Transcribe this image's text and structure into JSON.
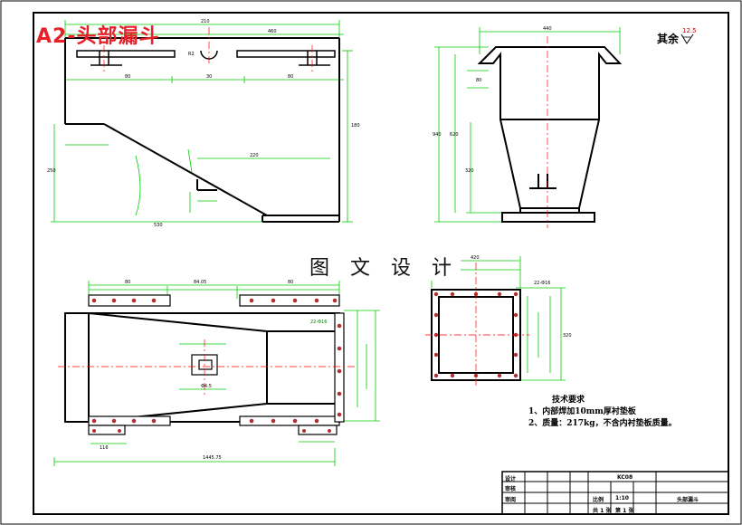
{
  "title": "A2-头部漏斗",
  "watermark": "图 文 设 计",
  "surface_note": {
    "text": "其余",
    "roughness": "12.5"
  },
  "tech_requirements": {
    "title": "技术要求",
    "items": [
      "1、内部焊加10mm厚衬垫板",
      "2、质量：217kg，不含内衬垫板质量。"
    ]
  },
  "dimensions": {
    "front": [
      "210",
      "460",
      "80",
      "30",
      "80",
      "180",
      "250",
      "530",
      "220",
      "R2"
    ],
    "side": [
      "440",
      "940",
      "620",
      "320",
      "80"
    ],
    "plan": [
      "80",
      "84.05",
      "80",
      "22-Φ16",
      "116",
      "1445.75",
      "Φ4.5"
    ],
    "end": [
      "420",
      "22-Φ16",
      "320"
    ]
  },
  "title_block": {
    "labels": [
      "设计",
      "审核",
      "审阅",
      "比例",
      "1:10",
      "共 1 张",
      "第 1 张"
    ],
    "name": "头部漏斗",
    "code": "KC08"
  },
  "colors": {
    "outline": "#000000",
    "dimension": "#00cc00",
    "centerline": "#ff0000",
    "hole": "#b03030",
    "title": "#e8202a"
  }
}
